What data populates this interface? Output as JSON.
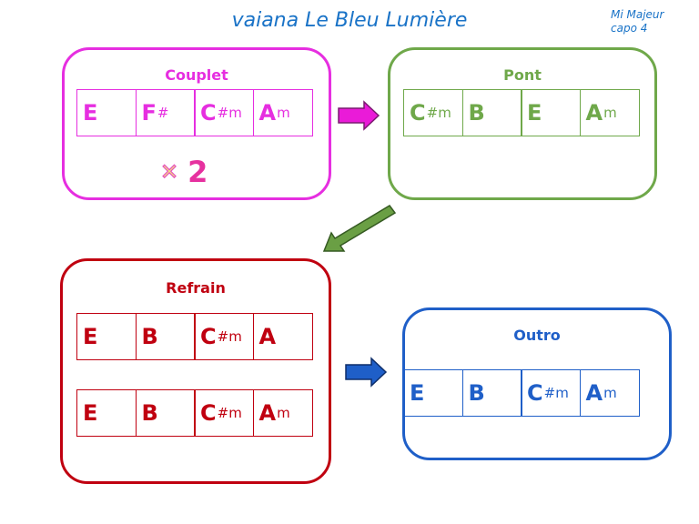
{
  "title": "vaiana Le Bleu Lumière",
  "meta": {
    "key": "Mi Majeur",
    "capo": "capo 4"
  },
  "colors": {
    "couplet": "#e62ee0",
    "pont": "#6fa84a",
    "refrain": "#c00010",
    "outro": "#1f5fc8",
    "arrow_pink": "#ea1bd8",
    "arrow_green": "#6a9f44",
    "arrow_blue": "#1f5fc8"
  },
  "sections": {
    "couplet": {
      "title": "Couplet",
      "chords": [
        {
          "root": "E",
          "suffix": ""
        },
        {
          "root": "F",
          "suffix": "#"
        },
        {
          "root": "C",
          "suffix": "#m"
        },
        {
          "root": "A",
          "suffix": "m"
        }
      ],
      "repeat": "2"
    },
    "pont": {
      "title": "Pont",
      "chords": [
        {
          "root": "C",
          "suffix": "#m"
        },
        {
          "root": "B",
          "suffix": ""
        },
        {
          "root": "E",
          "suffix": ""
        },
        {
          "root": "A",
          "suffix": "m"
        }
      ]
    },
    "refrain": {
      "title": "Refrain",
      "row1": [
        {
          "root": "E",
          "suffix": ""
        },
        {
          "root": "B",
          "suffix": ""
        },
        {
          "root": "C",
          "suffix": "#m"
        },
        {
          "root": "A",
          "suffix": ""
        }
      ],
      "row2": [
        {
          "root": "E",
          "suffix": ""
        },
        {
          "root": "B",
          "suffix": ""
        },
        {
          "root": "C",
          "suffix": "#m"
        },
        {
          "root": "A",
          "suffix": "m"
        }
      ]
    },
    "outro": {
      "title": "Outro",
      "chords": [
        {
          "root": "E",
          "suffix": ""
        },
        {
          "root": "B",
          "suffix": ""
        },
        {
          "root": "C",
          "suffix": "#m"
        },
        {
          "root": "A",
          "suffix": "m"
        }
      ]
    }
  }
}
